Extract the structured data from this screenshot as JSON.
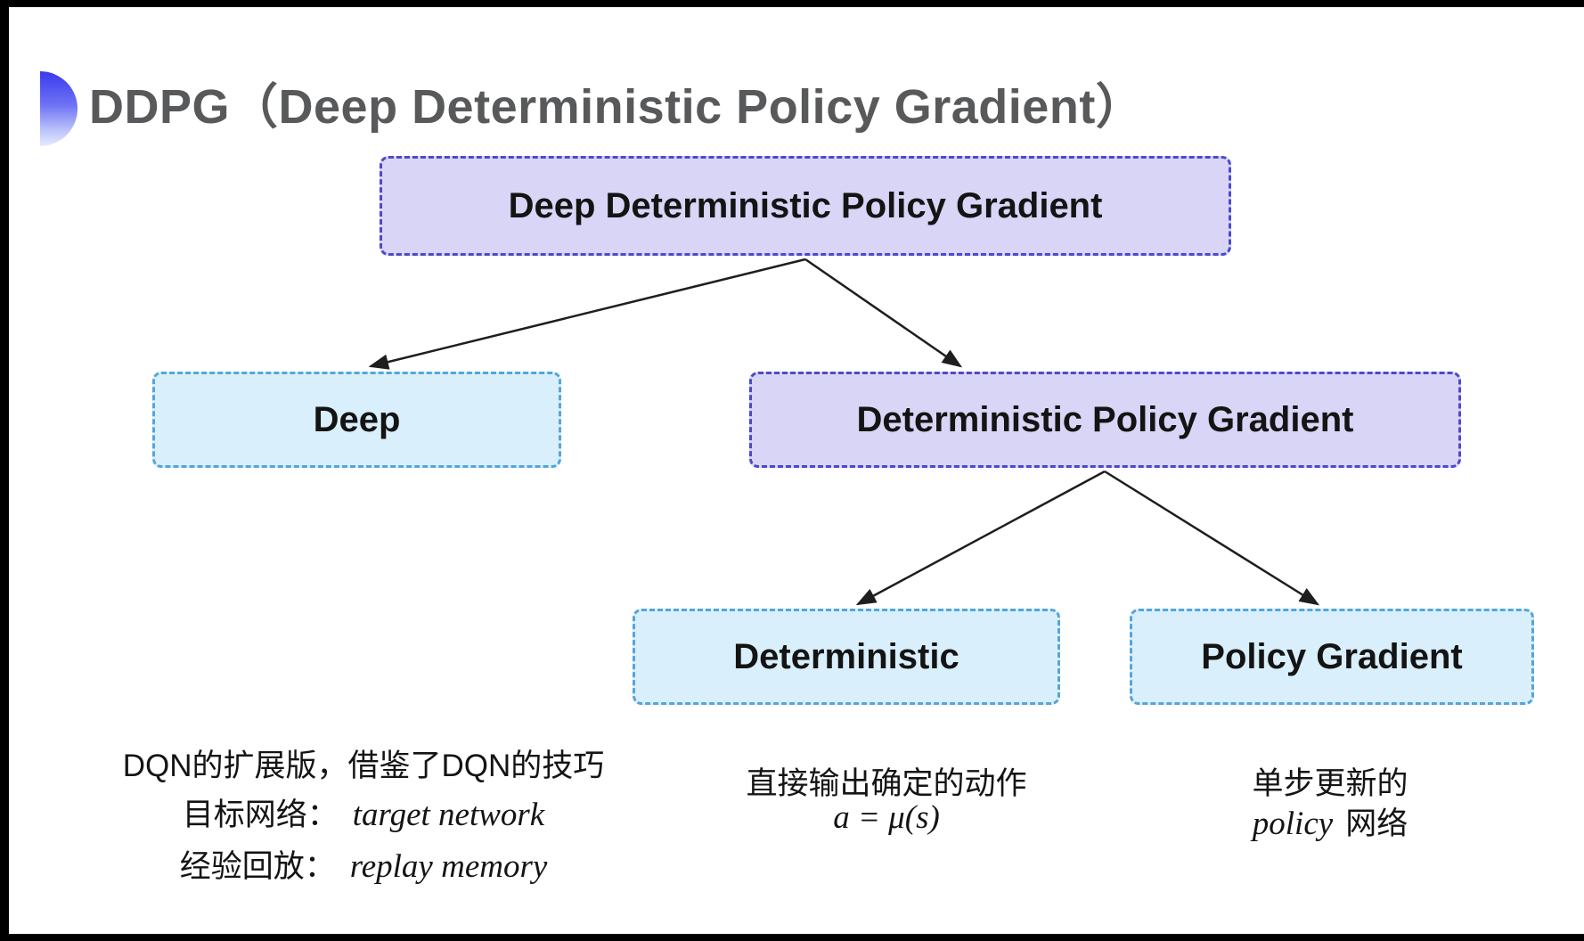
{
  "header": {
    "title": "DDPG（Deep Deterministic Policy Gradient）"
  },
  "tree": {
    "root": {
      "label": "Deep Deterministic Policy Gradient"
    },
    "deep": {
      "label": "Deep"
    },
    "dpg": {
      "label": "Deterministic Policy Gradient"
    },
    "deterministic": {
      "label": "Deterministic"
    },
    "policy_gradient": {
      "label": "Policy Gradient"
    }
  },
  "notes": {
    "deep": {
      "line1": "DQN的扩展版，借鉴了DQN的技巧",
      "line2_label": "目标网络：",
      "line2_value": "target network",
      "line3_label": "经验回放：",
      "line3_value": "replay memory"
    },
    "deterministic": {
      "line1": "直接输出确定的动作",
      "formula": "a = μ(s)"
    },
    "policy_gradient": {
      "line1": "单步更新的",
      "line2_en": "policy",
      "line2_zh": "网络"
    }
  },
  "colors": {
    "purple_fill": "#d9d5f6",
    "purple_border": "#4a4ace",
    "cyan_fill": "#d9effb",
    "cyan_border": "#54a5da",
    "title_gray": "#58595b",
    "arrow": "#1e1e1e"
  }
}
